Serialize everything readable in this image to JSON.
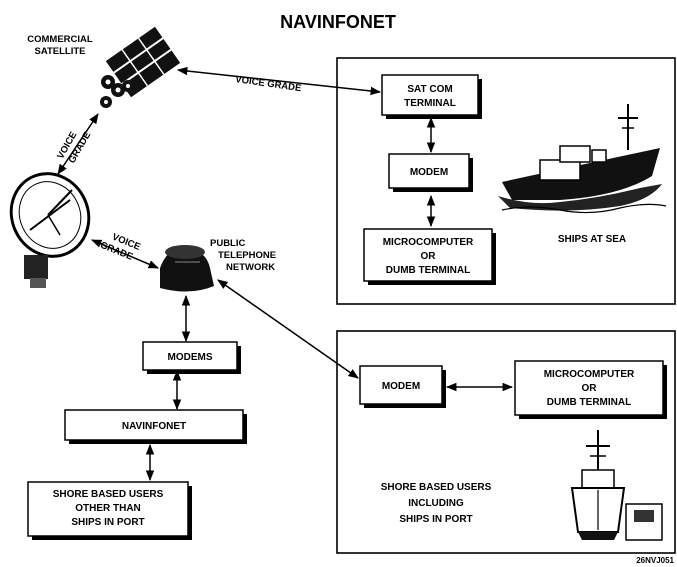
{
  "title": "NAVINFONET",
  "labels": {
    "commercial_satellite": [
      "COMMERCIAL",
      "SATELLITE"
    ],
    "voice_grade_top": "VOICE GRADE",
    "voice_grade_vertical": [
      "VOICE",
      "GRADE"
    ],
    "voice_grade_lower": [
      "VOICE",
      "GRADE"
    ],
    "public_telephone_network": [
      "PUBLIC",
      "TELEPHONE",
      "NETWORK"
    ],
    "ships_at_sea": "SHIPS AT SEA",
    "shore_based_users_including": [
      "SHORE BASED USERS",
      "INCLUDING",
      "SHIPS IN PORT"
    ],
    "figure_id": "26NVJ051"
  },
  "boxes": {
    "satcom_terminal": [
      "SAT COM",
      "TERMINAL"
    ],
    "modem_ship": [
      "MODEM"
    ],
    "microcomputer_ship": [
      "MICROCOMPUTER",
      "OR",
      "DUMB TERMINAL"
    ],
    "modems": [
      "MODEMS"
    ],
    "navinfonet": [
      "NAVINFONET"
    ],
    "shore_users_other": [
      "SHORE BASED USERS",
      "OTHER THAN",
      "SHIPS IN PORT"
    ],
    "modem_shore": [
      "MODEM"
    ],
    "microcomputer_shore": [
      "MICROCOMPUTER",
      "OR",
      "DUMB TERMINAL"
    ]
  }
}
